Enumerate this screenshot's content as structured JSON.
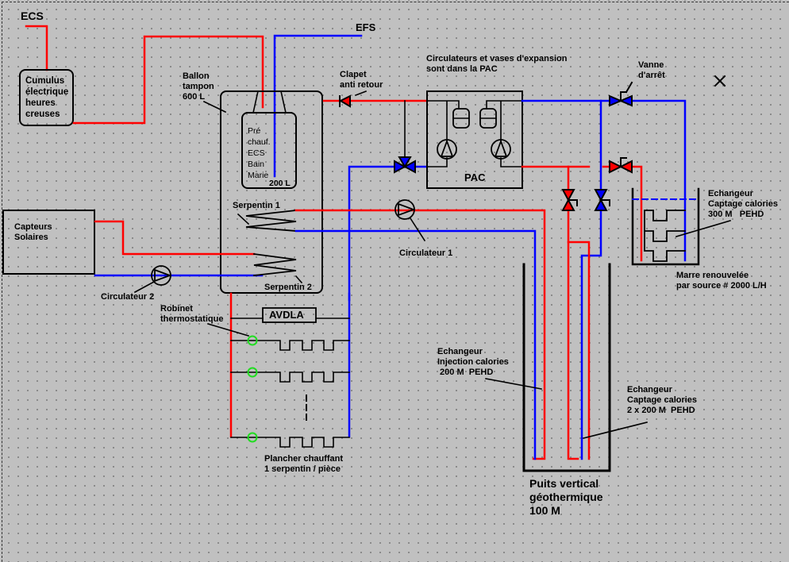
{
  "title": "Schéma hydraulique PAC géothermique",
  "colors": {
    "hot": "#ff0000",
    "cold": "#0000ff",
    "stroke": "#000000",
    "valve_green": "#22dd22",
    "background": "#c0c0c0"
  },
  "labels": {
    "ecs": "ECS",
    "efs": "EFS",
    "cumulus": "Cumulus\nélectrique\nheures\ncreuses",
    "ballon": "Ballon\ntampon\n600 L",
    "prechauf": "Pré\nchauf.\nECS\nBain\nMarie",
    "prechauf_volume": "200 L",
    "clapet": "Clapet\nanti retour",
    "pac_note": "Circulateurs et vases d'expansion\nsont dans la PAC",
    "pac": "PAC",
    "vanne": "Vanne\nd'arrêt",
    "capteurs": "Capteurs\nSolaires",
    "serpentin1": "Serpentin 1",
    "serpentin2": "Serpentin 2",
    "circulateur1": "Circulateur 1",
    "circulateur2": "Circulateur 2",
    "robinet": "Robinet\nthermostatique",
    "avdla": "AVDLA",
    "plancher": "Plancher chauffant\n1 serpentin / pièce",
    "echangeur_injection": "Echangeur\nInjection calories\n 200 M  PEHD",
    "echangeur_captage_puits": "Echangeur\nCaptage calories\n2 x 200 M  PEHD",
    "echangeur_captage_marre": "Echangeur\nCaptage calories\n300 M   PEHD",
    "marre": "Marre renouvelée\npar source # 2000 L/H",
    "puits": "Puits vertical\ngéothermique\n100 M",
    "close_mark": "×"
  },
  "icons": {
    "pump": "pump-icon",
    "valve": "valve-icon",
    "check_valve": "check-valve-icon",
    "three_way_valve": "three-way-valve-icon",
    "expansion_vessel": "expansion-vessel-icon",
    "thermostatic_valve": "thermostatic-valve-icon"
  }
}
